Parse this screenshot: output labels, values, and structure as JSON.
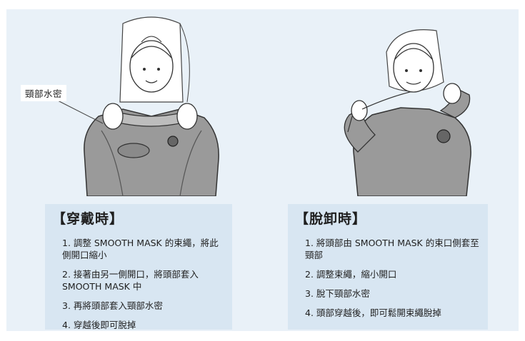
{
  "callout": {
    "label": "頸部水密"
  },
  "panels": {
    "wearing": {
      "title": "【穿戴時】",
      "steps": [
        "1. 調整 SMOOTH MASK 的束繩，將此側開口縮小",
        "2. 接著由另一側開口，將頭部套入 SMOOTH MASK 中",
        "3. 再將頭部套入頸部水密",
        "4. 穿越後即可脫掉"
      ]
    },
    "removing": {
      "title": "【脫卸時】",
      "steps": [
        "1. 將頭部由 SMOOTH MASK 的束口側套至頸部",
        "2. 調整束繩，縮小開口",
        "3. 脫下頸部水密",
        "4. 頭部穿越後，即可鬆開束繩脫掉"
      ]
    }
  }
}
